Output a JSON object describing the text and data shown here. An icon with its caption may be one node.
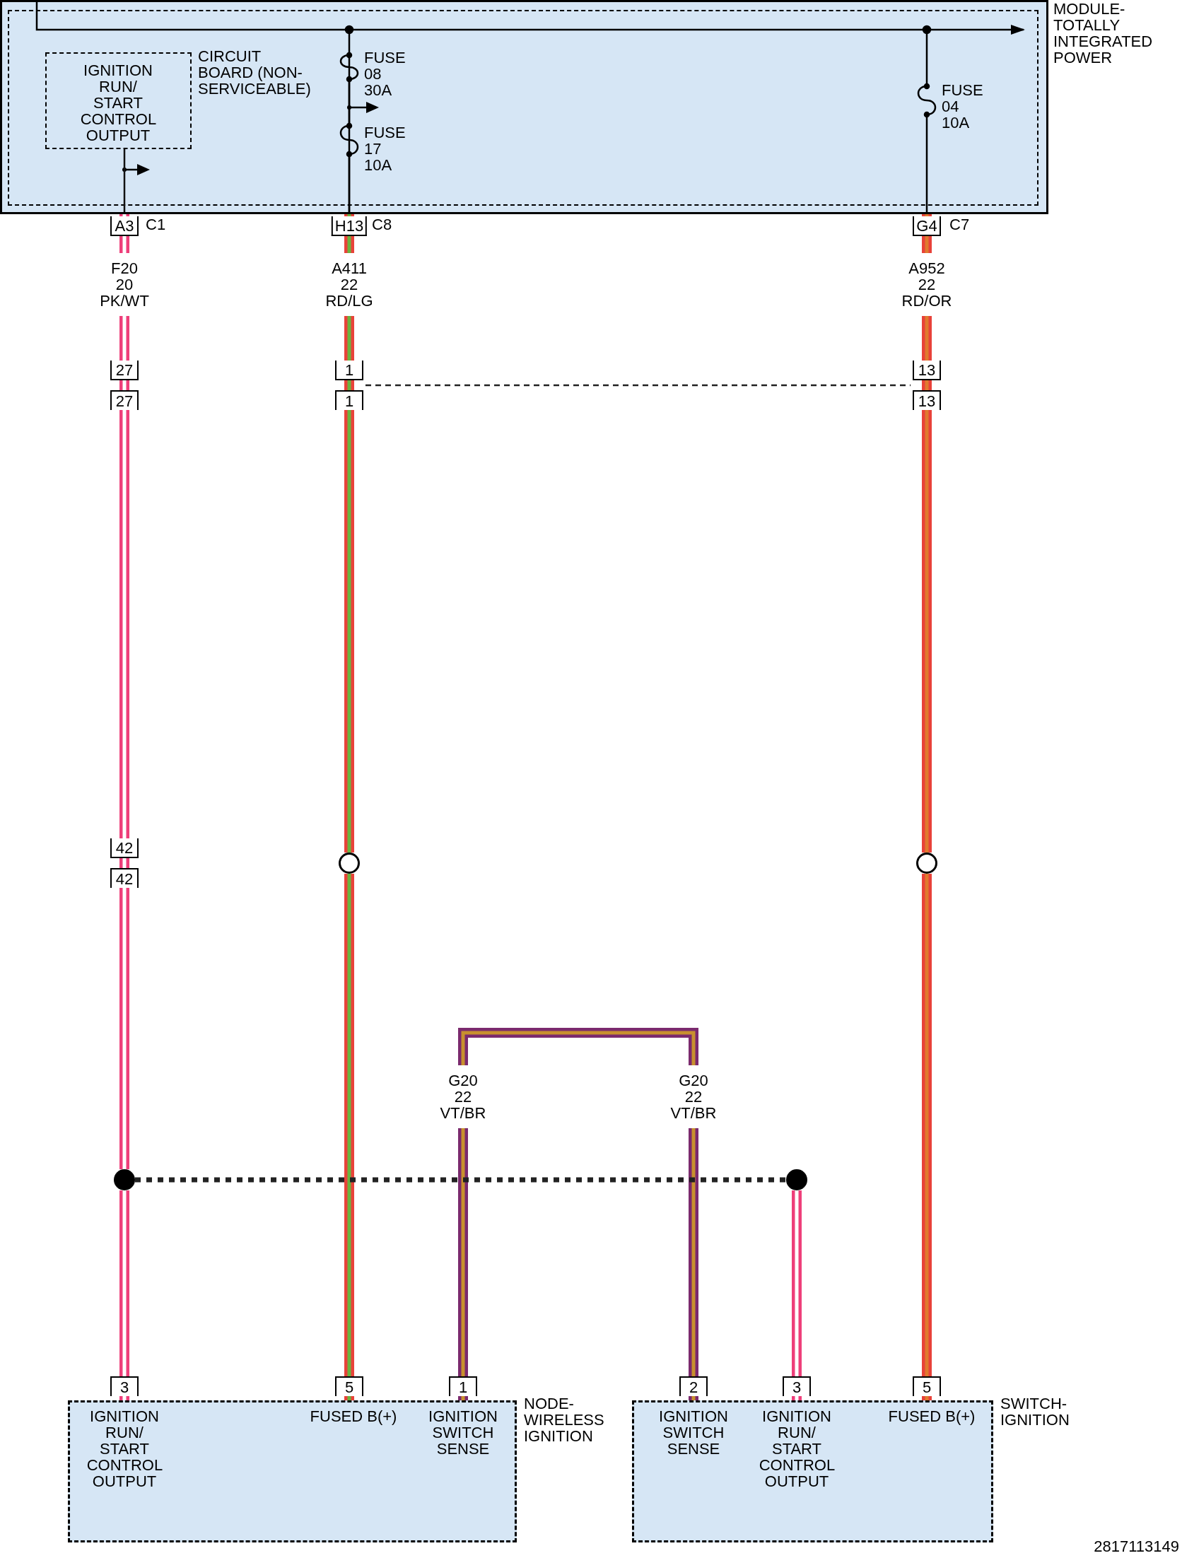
{
  "diagram": {
    "nodes": [
      {
        "text": [
          "MODULE- TOTALLY INTEGRATED POWER"
        ]
      },
      {
        "text": [
          "IGNITION RUN/ START CONTROL OUTPUT"
        ],
        "beside": [
          "CIRCUIT BOARD (NON- SERVICEABLE)"
        ],
        "in": 0
      },
      {
        "text": [],
        "shape": "circle"
      },
      {
        "text": [],
        "shape": "circle"
      },
      {
        "text": [],
        "shape": "circle"
      },
      {
        "text": [],
        "shape": "circle"
      },
      {
        "text": [
          "NODE- WIRELESS IGNITION",
          "IGNITION RUN/ START CONTROL OUTPUT",
          "FUSED B(+)",
          "IGNITION SWITCH SENSE"
        ]
      },
      {
        "text": [
          "SWITCH- IGNITION",
          "IGNITION SWITCH SENSE",
          "IGNITION RUN/ START CONTROL OUTPUT",
          "FUSED B(+)"
        ]
      }
    ],
    "edges": [
      {
        "from": 0,
        "to": 4,
        "arrow": "none",
        "label": "F20 20 PK/WT",
        "color": "#ee3f7a"
      },
      {
        "from": 4,
        "to": 6,
        "arrow": "none",
        "color": "#ee3f7a"
      },
      {
        "from": 0,
        "to": 2,
        "arrow": "none",
        "label": "A411 22 RD/LG",
        "color": "#e8423a"
      },
      {
        "from": 2,
        "to": 6,
        "arrow": "none",
        "color": "#e8423a"
      },
      {
        "from": 0,
        "to": 3,
        "arrow": "none",
        "label": "A952 22 RD/OR",
        "color": "#e8423a"
      },
      {
        "from": 3,
        "to": 7,
        "arrow": "none",
        "color": "#e8423a"
      },
      {
        "from": 6,
        "to": 7,
        "arrow": "none",
        "label": "G20 22 VT/BR",
        "color": "#7b2a6e"
      },
      {
        "from": 4,
        "to": 5,
        "arrow": "none",
        "style": "dashed",
        "color": "#222222"
      },
      {
        "from": 5,
        "to": 7,
        "arrow": "none",
        "color": "#ee3f7a"
      },
      {
        "from": 1,
        "to": 0,
        "arrow": "none",
        "color": "#111111"
      }
    ],
    "labels": [
      "FUSE 08 30A",
      "FUSE 04 10A",
      "FUSE 17 10A",
      "A3",
      "C1",
      "H13",
      "C8",
      "G4",
      "C7",
      "27",
      "1",
      "13",
      "27",
      "1",
      "13",
      "42",
      "42",
      "G20 22 VT/BR",
      "3",
      "5",
      "1",
      "2",
      "3",
      "5",
      "2817113149"
    ]
  }
}
